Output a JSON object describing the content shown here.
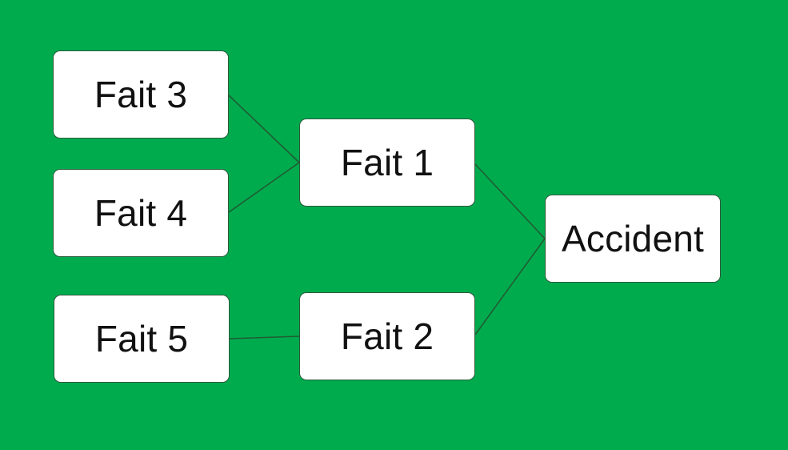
{
  "diagram": {
    "background_color": "#00ab4e",
    "nodes": {
      "fait3": {
        "label": "Fait 3"
      },
      "fait4": {
        "label": "Fait 4"
      },
      "fait5": {
        "label": "Fait 5"
      },
      "fait1": {
        "label": "Fait 1"
      },
      "fait2": {
        "label": "Fait 2"
      },
      "accident": {
        "label": "Accident"
      }
    },
    "edges": [
      {
        "from": "fait3",
        "to": "fait1"
      },
      {
        "from": "fait4",
        "to": "fait1"
      },
      {
        "from": "fait5",
        "to": "fait2"
      },
      {
        "from": "fait1",
        "to": "accident"
      },
      {
        "from": "fait2",
        "to": "accident"
      }
    ]
  }
}
